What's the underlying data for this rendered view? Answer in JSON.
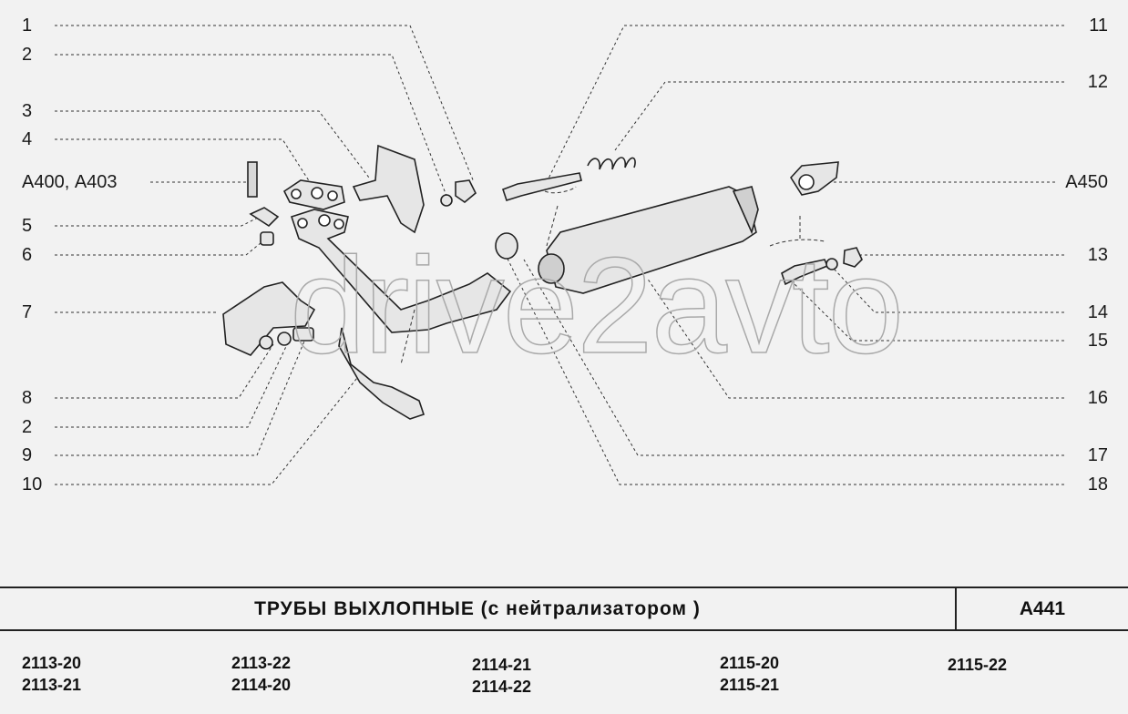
{
  "diagram": {
    "left_labels": [
      "1",
      "2",
      "3",
      "4",
      "А400, А403",
      "5",
      "6",
      "7",
      "8",
      "2",
      "9",
      "10"
    ],
    "right_labels": [
      "11",
      "12",
      "А450",
      "13",
      "14",
      "15",
      "16",
      "17",
      "18"
    ],
    "watermark": "drive2avto"
  },
  "footer": {
    "title": "ТРУБЫ  ВЫХЛОПНЫЕ  (с  нейтрализатором )",
    "code": "А441",
    "models": [
      [
        "2113-20",
        "2113-21"
      ],
      [
        "2113-22",
        "2114-20"
      ],
      [
        "2114-21",
        "2114-22"
      ],
      [
        "2115-20",
        "2115-21"
      ],
      [
        "2115-22"
      ]
    ]
  }
}
